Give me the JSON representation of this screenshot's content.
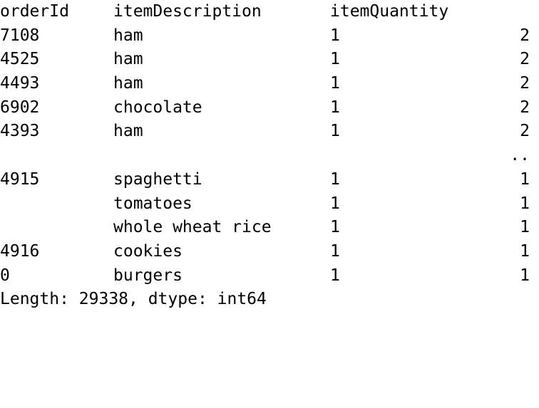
{
  "output": {
    "headers": {
      "order_id": "orderId",
      "item_description": "itemDescription",
      "item_quantity": "itemQuantity"
    },
    "rows": [
      {
        "order_id": "7108",
        "item_description": "ham",
        "item_quantity": "1",
        "count": "2"
      },
      {
        "order_id": "4525",
        "item_description": "ham",
        "item_quantity": "1",
        "count": "2"
      },
      {
        "order_id": "4493",
        "item_description": "ham",
        "item_quantity": "1",
        "count": "2"
      },
      {
        "order_id": "6902",
        "item_description": "chocolate",
        "item_quantity": "1",
        "count": "2"
      },
      {
        "order_id": "4393",
        "item_description": "ham",
        "item_quantity": "1",
        "count": "2"
      }
    ],
    "ellipsis": "..",
    "tail_rows": [
      {
        "order_id": "4915",
        "item_description": "spaghetti",
        "item_quantity": "1",
        "count": "1"
      },
      {
        "order_id": "",
        "item_description": "tomatoes",
        "item_quantity": "1",
        "count": "1"
      },
      {
        "order_id": "",
        "item_description": "whole wheat rice",
        "item_quantity": "1",
        "count": "1"
      },
      {
        "order_id": "4916",
        "item_description": "cookies",
        "item_quantity": "1",
        "count": "1"
      },
      {
        "order_id": "0",
        "item_description": "burgers",
        "item_quantity": "1",
        "count": "1"
      }
    ],
    "footer": "Length: 29338, dtype: int64"
  }
}
